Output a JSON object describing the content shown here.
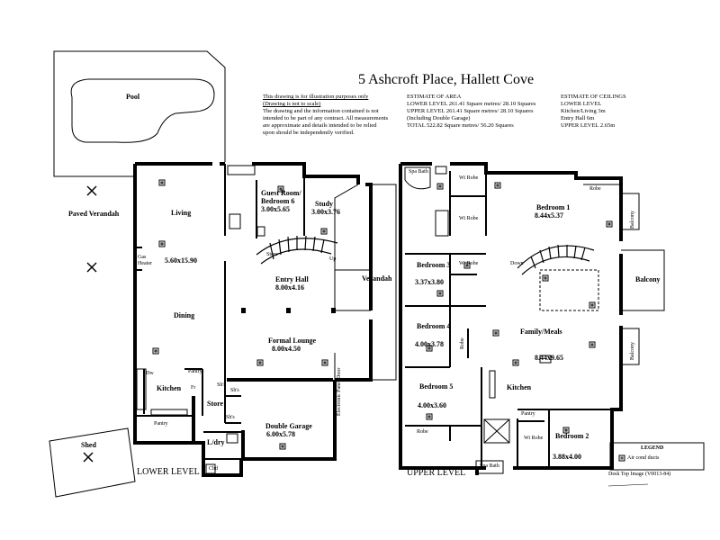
{
  "title": "5 Ashcroft Place,  Hallett Cove",
  "disclaimer": {
    "line1": "This drawing is for illustration purposes only",
    "line2": "(Drawing is not to scale)",
    "body": "The drawing and the information contained is not intended to be part of any contract.  All measurements are approximate and details intended to be relied upon should be independently verified."
  },
  "estimate_area": {
    "heading": "ESTIMATE OF AREA",
    "lower": "LOWER LEVEL  261.41 Square metres/ 28.10 Squares",
    "upper": "UPPER LEVEL  261.41 Square metres/ 28.10 Squares",
    "garage_note": "(Including Double Garage)",
    "total": "TOTAL  522.82 Square metres/ 56.20 Squares"
  },
  "estimate_ceilings": {
    "heading": "ESTIMATE OF CEILINGS",
    "l1": "LOWER LEVEL",
    "l2": "Kitchen/Living 3m",
    "l3": "Entry Hall 6m",
    "l4": "UPPER LEVEL 2.65m"
  },
  "site": {
    "pool": "Pool",
    "paved_verandah": "Paved Verandah",
    "shed": "Shed"
  },
  "lower": {
    "level_label": "LOWER LEVEL",
    "living": "Living",
    "living_dims": "5.60x15.90",
    "gas_heater": "Gas Heater",
    "dining": "Dining",
    "kitchen": "Kitchen",
    "pantry": "Pantry",
    "dw": "Dw",
    "fr": "Fr",
    "pantry_short": "Pantry",
    "guest_room": "Guest Room/",
    "guest_room2": "Bedroom 6",
    "guest_dims": "3.00x5.65",
    "study": "Study",
    "study_dims": "3.00x3.76",
    "store1": "Store",
    "up": "Up",
    "entry_hall": "Entry Hall",
    "entry_dims": "8.00x4.16",
    "verandah": "Verandah",
    "formal_lounge": "Formal Lounge",
    "formal_dims": "8.00x4.50",
    "sh1": "Sh's",
    "sh2": "Sh's",
    "sh3": "Sh's",
    "store2": "Store",
    "double_garage": "Double Garage",
    "garage_dims": "6.00x5.78",
    "garage_door": "Electronic Panel Door",
    "ldry": "L/dry",
    "cbd": "Cbd"
  },
  "upper": {
    "level_label": "UPPER LEVEL",
    "spa_bath1": "Spa Bath",
    "wi_robe1": "Wi Robe",
    "wi_robe2": "Wi Robe",
    "wi_robe3": "Wi Robe",
    "wi_robe4": "Wi Robe",
    "bedroom1": "Bedroom 1",
    "bedroom1_dims": "8.44x5.37",
    "robe1": "Robe",
    "balcony1": "Balcony",
    "balcony2": "Balcony",
    "balcony3": "Balcony",
    "down": "Down",
    "bedroom3": "Bedroom 3",
    "bedroom3_dims": "3.37x3.80",
    "bedroom4": "Bedroom 4",
    "bedroom4_dims": "4.00x3.78",
    "robe2": "Robe",
    "family_meals": "Family/Meals",
    "family_dims": "8.44x9.65",
    "bedroom5": "Bedroom 5",
    "bedroom5_dims": "4.00x3.60",
    "robe3": "Robe",
    "kitchen": "Kitchen",
    "pantry": "Pantry",
    "bedroom2": "Bedroom 2",
    "bedroom2_dims": "3.88x4.00",
    "spa_bath2": "Spa Bath"
  },
  "legend": {
    "heading": "LEGEND",
    "item": "Air cond ducts"
  },
  "footer_stamp": "Desk Top Image   (V0013-84)"
}
